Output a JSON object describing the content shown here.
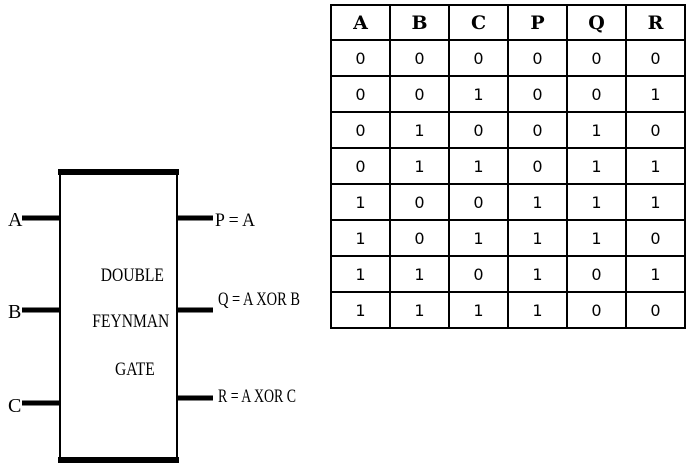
{
  "gate": {
    "lines": [
      "DOUBLE",
      "FEYNMAN",
      "GATE"
    ]
  },
  "inputs": [
    "A",
    "B",
    "C"
  ],
  "outputs": [
    "P = A",
    "Q = A XOR B",
    "R = A XOR C"
  ],
  "truth_table": {
    "headers": [
      "A",
      "B",
      "C",
      "P",
      "Q",
      "R"
    ],
    "rows": [
      [
        "0",
        "0",
        "0",
        "0",
        "0",
        "0"
      ],
      [
        "0",
        "0",
        "1",
        "0",
        "0",
        "1"
      ],
      [
        "0",
        "1",
        "0",
        "0",
        "1",
        "0"
      ],
      [
        "0",
        "1",
        "1",
        "0",
        "1",
        "1"
      ],
      [
        "1",
        "0",
        "0",
        "1",
        "1",
        "1"
      ],
      [
        "1",
        "0",
        "1",
        "1",
        "1",
        "0"
      ],
      [
        "1",
        "1",
        "0",
        "1",
        "0",
        "1"
      ],
      [
        "1",
        "1",
        "1",
        "1",
        "0",
        "0"
      ]
    ]
  }
}
